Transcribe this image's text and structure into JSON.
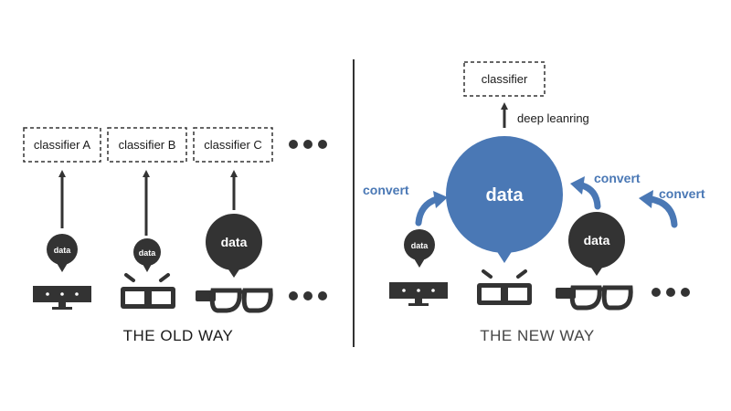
{
  "old_way": {
    "title": "THE OLD WAY",
    "classifiers": [
      "classifier A",
      "classifier B",
      "classifier C"
    ],
    "bubble_label": "data"
  },
  "new_way": {
    "title": "THE NEW WAY",
    "classifier": "classifier",
    "arrow_label": "deep leanring",
    "center_label": "data",
    "bubble_label": "data",
    "convert_label": "convert"
  },
  "icons": [
    "kinect-sensor-icon",
    "3d-glasses-icon",
    "smart-glasses-icon",
    "more-dots-icon"
  ],
  "colors": {
    "dark": "#333333",
    "accent": "#4a78b5"
  }
}
